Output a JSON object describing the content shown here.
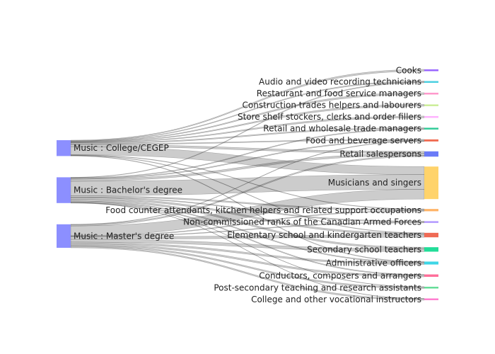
{
  "chart_data": {
    "type": "sankey",
    "sources": [
      {
        "id": "s1",
        "label": "Music : College/CEGEP",
        "color": "#8c8fff"
      },
      {
        "id": "s2",
        "label": "Music : Bachelor's degree",
        "color": "#8c8fff"
      },
      {
        "id": "s3",
        "label": "Music : Master's degree",
        "color": "#8c8fff"
      }
    ],
    "targets": [
      {
        "id": "t1",
        "label": "Cooks",
        "color": "#9966ff"
      },
      {
        "id": "t2",
        "label": "Audio and video recording technicians",
        "color": "#4dd0e1"
      },
      {
        "id": "t3",
        "label": "Restaurant and food service managers",
        "color": "#ff99cc"
      },
      {
        "id": "t4",
        "label": "Construction trades helpers and labourers",
        "color": "#ccee99"
      },
      {
        "id": "t5",
        "label": "Store shelf stockers, clerks and order fillers",
        "color": "#ffb3ff"
      },
      {
        "id": "t6",
        "label": "Retail and wholesale trade managers",
        "color": "#33cc99"
      },
      {
        "id": "t7",
        "label": "Food and beverage servers",
        "color": "#f06a50"
      },
      {
        "id": "t8",
        "label": "Retail salespersons",
        "color": "#6b7bf7"
      },
      {
        "id": "t9",
        "label": "Musicians and singers",
        "color": "#ffd36b"
      },
      {
        "id": "t10",
        "label": "Food counter attendants, kitchen helpers and related support occupations",
        "color": "#ffb366"
      },
      {
        "id": "t11",
        "label": "Non-commissioned ranks of the Canadian Armed Forces",
        "color": "#b399ff"
      },
      {
        "id": "t12",
        "label": "Elementary school and kindergarten teachers",
        "color": "#ef6a55"
      },
      {
        "id": "t13",
        "label": "Secondary school teachers",
        "color": "#22dd99"
      },
      {
        "id": "t14",
        "label": "Administrative officers",
        "color": "#3ed6e6"
      },
      {
        "id": "t15",
        "label": "Conductors, composers and arrangers",
        "color": "#ff6f9a"
      },
      {
        "id": "t16",
        "label": "Post-secondary teaching and research assistants",
        "color": "#66dd99"
      },
      {
        "id": "t17",
        "label": "College and other vocational instructors",
        "color": "#ff7fd0"
      }
    ],
    "links": [
      {
        "source": "s1",
        "target": "t1",
        "value": 0.8
      },
      {
        "source": "s1",
        "target": "t2",
        "value": 0.6
      },
      {
        "source": "s1",
        "target": "t3",
        "value": 0.6
      },
      {
        "source": "s1",
        "target": "t4",
        "value": 0.6
      },
      {
        "source": "s1",
        "target": "t5",
        "value": 0.6
      },
      {
        "source": "s1",
        "target": "t6",
        "value": 1.2
      },
      {
        "source": "s1",
        "target": "t7",
        "value": 1.0
      },
      {
        "source": "s1",
        "target": "t8",
        "value": 2.5
      },
      {
        "source": "s1",
        "target": "t9",
        "value": 10
      },
      {
        "source": "s1",
        "target": "t10",
        "value": 0.5
      },
      {
        "source": "s1",
        "target": "t12",
        "value": 0.5
      },
      {
        "source": "s1",
        "target": "t14",
        "value": 0.6
      },
      {
        "source": "s2",
        "target": "t2",
        "value": 0.5
      },
      {
        "source": "s2",
        "target": "t6",
        "value": 0.8
      },
      {
        "source": "s2",
        "target": "t7",
        "value": 1.0
      },
      {
        "source": "s2",
        "target": "t8",
        "value": 2.5
      },
      {
        "source": "s2",
        "target": "t9",
        "value": 18
      },
      {
        "source": "s2",
        "target": "t10",
        "value": 1.5
      },
      {
        "source": "s2",
        "target": "t11",
        "value": 0.8
      },
      {
        "source": "s2",
        "target": "t12",
        "value": 2
      },
      {
        "source": "s2",
        "target": "t13",
        "value": 2
      },
      {
        "source": "s2",
        "target": "t14",
        "value": 1
      },
      {
        "source": "s2",
        "target": "t15",
        "value": 1
      },
      {
        "source": "s2",
        "target": "t16",
        "value": 0.3
      },
      {
        "source": "s2",
        "target": "t17",
        "value": 0.3
      },
      {
        "source": "s3",
        "target": "t7",
        "value": 0.5
      },
      {
        "source": "s3",
        "target": "t8",
        "value": 1.5
      },
      {
        "source": "s3",
        "target": "t9",
        "value": 12
      },
      {
        "source": "s3",
        "target": "t10",
        "value": 0.8
      },
      {
        "source": "s3",
        "target": "t11",
        "value": 0.6
      },
      {
        "source": "s3",
        "target": "t12",
        "value": 3
      },
      {
        "source": "s3",
        "target": "t13",
        "value": 3.5
      },
      {
        "source": "s3",
        "target": "t14",
        "value": 2
      },
      {
        "source": "s3",
        "target": "t15",
        "value": 2
      },
      {
        "source": "s3",
        "target": "t16",
        "value": 1.5
      },
      {
        "source": "s3",
        "target": "t17",
        "value": 1.5
      }
    ]
  }
}
